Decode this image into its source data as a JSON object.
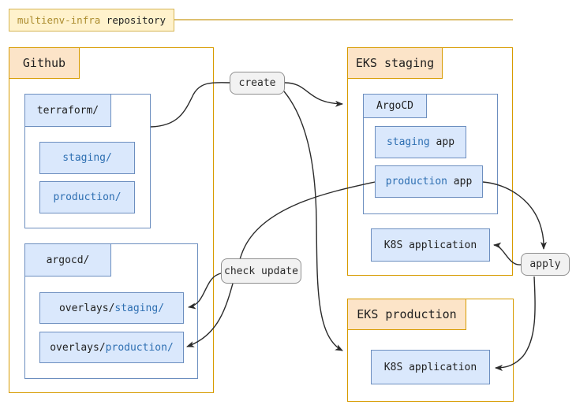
{
  "repo": {
    "name": "multienv-infra",
    "suffix": " repository"
  },
  "github": {
    "title": "Github",
    "terraform_group": {
      "tab": "terraform/",
      "folders": [
        {
          "label": "staging/"
        },
        {
          "label": "production/"
        }
      ]
    },
    "argocd_group": {
      "tab": "argocd/",
      "folders": [
        {
          "prefix": "overlays/",
          "label": "staging/"
        },
        {
          "prefix": "overlays/",
          "label": "production/"
        }
      ]
    }
  },
  "eks_staging": {
    "tab": "EKS staging",
    "argocd_group": {
      "tab": "ArgoCD",
      "apps": [
        {
          "label": "staging",
          "suffix": " app"
        },
        {
          "label": "production",
          "suffix": " app"
        }
      ]
    },
    "k8s_box": "K8S application"
  },
  "eks_production": {
    "tab": "EKS production",
    "k8s_box": "K8S application"
  },
  "edges": {
    "create": "create",
    "check_update": "check update",
    "apply": "apply"
  },
  "colors": {
    "container_border": "#d79b00",
    "container_tab_fill": "#fce4c8",
    "repo_fill": "#fff2cc",
    "repo_border": "#d6b656",
    "repo_highlight_text": "#ab8b2d",
    "blue_fill": "#dae8fc",
    "blue_border": "#6c8ebf",
    "blue_text": "#2e6fb2",
    "edge_label_fill": "#f2f2f2",
    "edge_label_border": "#8f8f8f",
    "edge_stroke": "#2b2b2b",
    "gold_line": "#d2ac41"
  }
}
